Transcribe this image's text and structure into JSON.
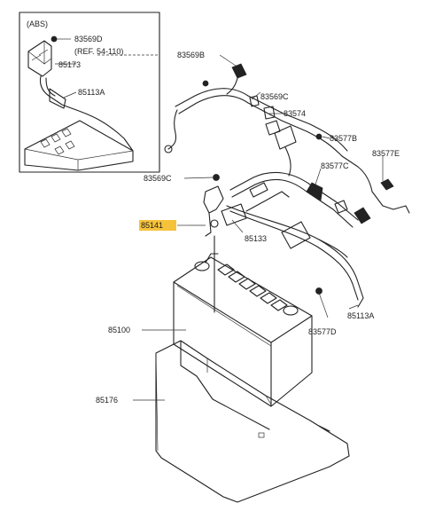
{
  "inset": {
    "title": "(ABS)",
    "labels": [
      "83569D",
      "(REF. 54-110)",
      "85173",
      "85113A"
    ]
  },
  "labels": {
    "l83569B": "83569B",
    "l83569C_top": "83569C",
    "l83574": "83574",
    "l83577B": "83577B",
    "l83577E": "83577E",
    "l83577C": "83577C",
    "l83569C_mid": "83569C",
    "l85141": "85141",
    "l85133": "85133",
    "l85100": "85100",
    "l85113A": "85113A",
    "l83577D": "83577D",
    "l85176": "85176"
  },
  "highlight_color": "#f6c23a"
}
